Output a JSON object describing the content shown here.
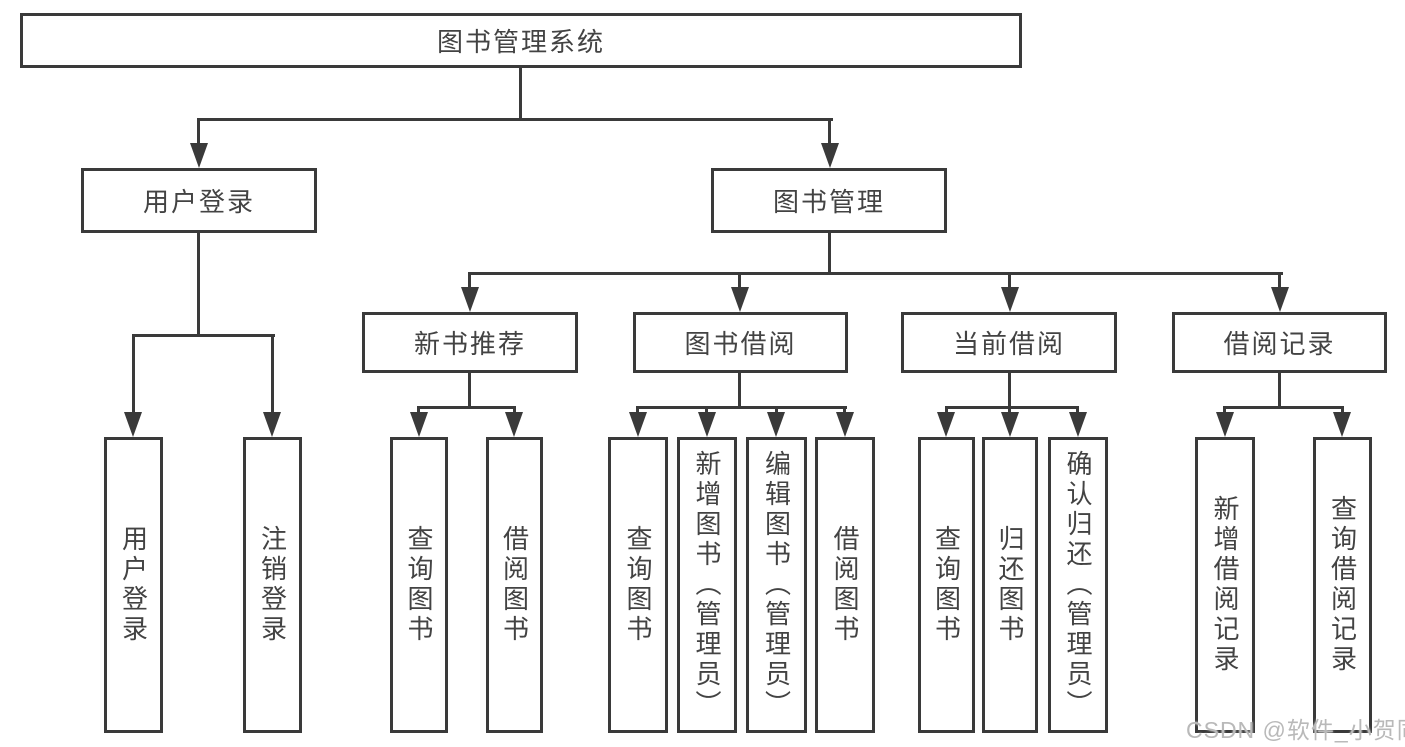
{
  "colors": {
    "line": "#3a3a3a",
    "text": "#434343",
    "background": "#ffffff",
    "watermark": "#b9b9b9"
  },
  "watermark": {
    "text": "CSDN @软件_小贺同学"
  },
  "tree": {
    "root": {
      "label": "图书管理系统",
      "children": [
        {
          "label": "用户登录",
          "children": [
            {
              "label": "用户登录"
            },
            {
              "label": "注销登录"
            }
          ]
        },
        {
          "label": "图书管理",
          "children": [
            {
              "label": "新书推荐",
              "children": [
                {
                  "label": "查询图书"
                },
                {
                  "label": "借阅图书"
                }
              ]
            },
            {
              "label": "图书借阅",
              "children": [
                {
                  "label": "查询图书"
                },
                {
                  "label": "新增图书（管理员）"
                },
                {
                  "label": "编辑图书（管理员）"
                },
                {
                  "label": "借阅图书"
                }
              ]
            },
            {
              "label": "当前借阅",
              "children": [
                {
                  "label": "查询图书"
                },
                {
                  "label": "归还图书"
                },
                {
                  "label": "确认归还（管理员）"
                }
              ]
            },
            {
              "label": "借阅记录",
              "children": [
                {
                  "label": "新增借阅记录"
                },
                {
                  "label": "查询借阅记录"
                }
              ]
            }
          ]
        }
      ]
    }
  }
}
